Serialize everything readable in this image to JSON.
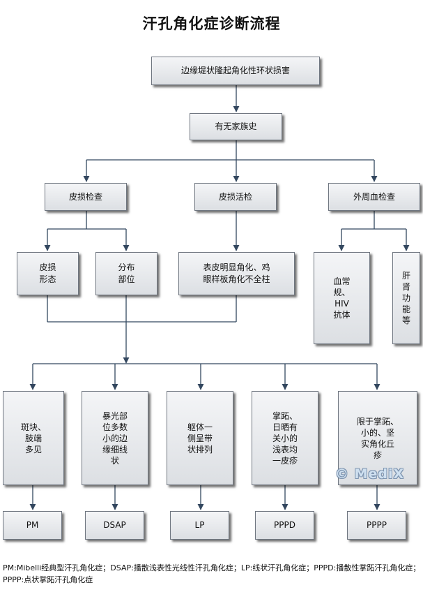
{
  "title": "汗孔角化症诊断流程",
  "nodes": {
    "root": "边缘堤状隆起角化性环状损害",
    "family": "有无家族史",
    "lesion_exam": "皮损检查",
    "biopsy": "皮损活检",
    "blood_exam": "外周血检查",
    "morphology": "皮损\n形态",
    "distribution": "分布\n部位",
    "pathology": "表皮明显角化、鸡\n眼样板角化不全柱",
    "blood_routine": "血常\n规、\nHIV\n抗体",
    "liver_kidney": "肝\n肾\n功\n能\n等",
    "feat_pm": "斑块、\n肢端\n多见",
    "feat_dsap": "暴光部\n位多数\n小的边\n缘细线\n状",
    "feat_lp": "躯体一\n侧呈带\n状排列",
    "feat_pppd": "掌跖、\n日晒有\n关小的\n浅表均\n一皮疹",
    "feat_pppp": "限于掌跖、\n小的、坚\n实角化丘\n疹"
  },
  "results": [
    "PM",
    "DSAP",
    "LP",
    "PPPD",
    "PPPP"
  ],
  "footnote": "PM:Mibelli经典型汗孔角化症；DSAP:播散浅表性光线性汗孔角化症；LP:线状汗孔角化症；PPPD:播散性掌跖汗孔角化症；PPPP:点状掌跖汗孔角化症",
  "watermark": "© MediX"
}
